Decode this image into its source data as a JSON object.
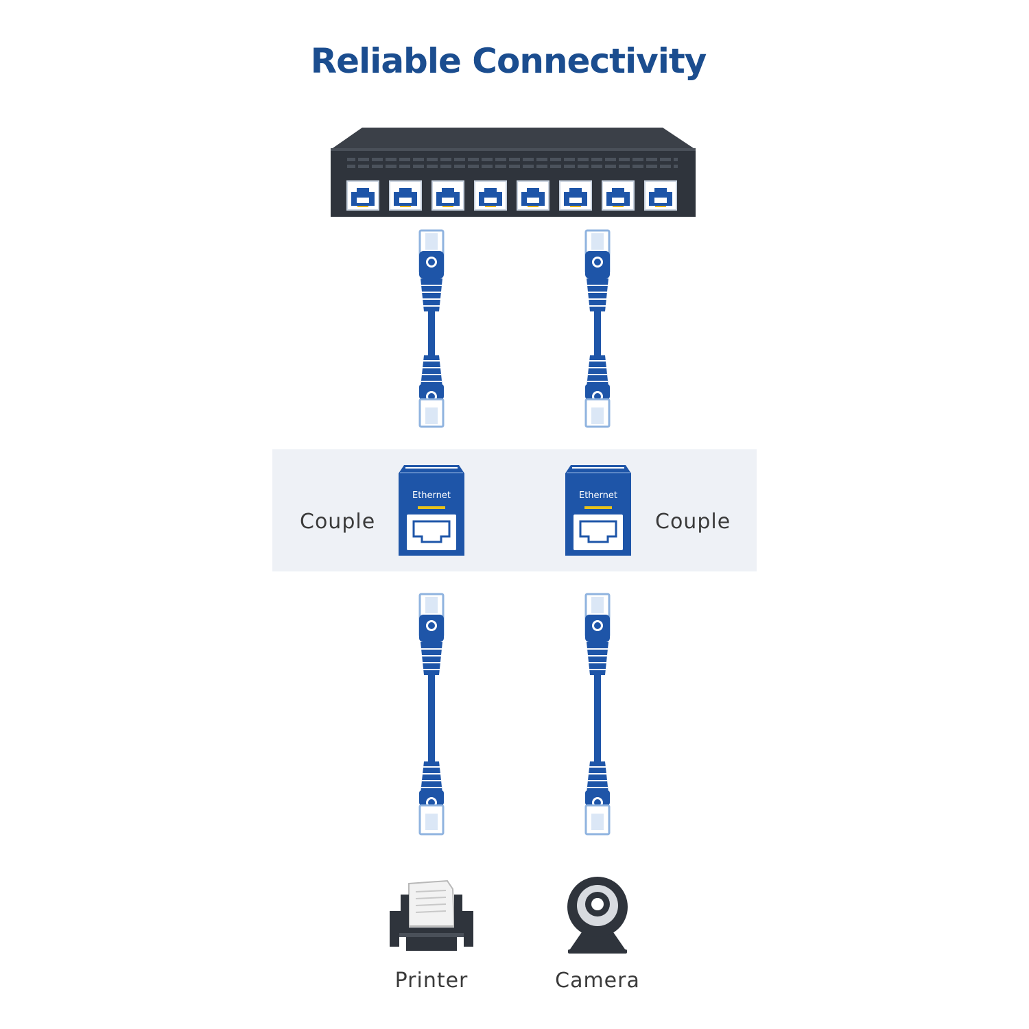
{
  "title": "Reliable Connectivity",
  "coupler_text": "Ethernet",
  "labels": {
    "left_couple": "Couple",
    "right_couple": "Couple",
    "printer": "Printer",
    "camera": "Camera"
  },
  "switch": {
    "port_count": 8
  },
  "colors": {
    "brand_blue": "#1e55a8",
    "title_blue": "#1b4d8f",
    "switch_dark": "#2f343c",
    "band": "#eef1f6",
    "label_gray": "#3a3a3a"
  },
  "icons": [
    "network-switch-icon",
    "ethernet-cable-icon",
    "ethernet-coupler-icon",
    "printer-icon",
    "webcam-icon"
  ]
}
